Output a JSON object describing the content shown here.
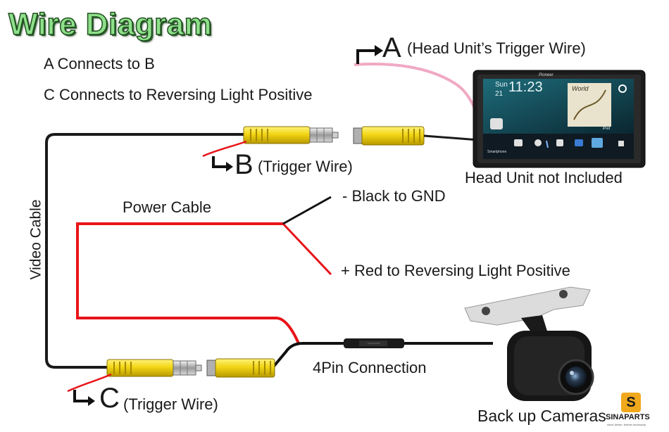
{
  "title": "Wire Diagram",
  "notes": [
    "A Connects to B",
    "C Connects to Reversing Light Positive"
  ],
  "wire_a": {
    "letter": "A",
    "text": "(Head Unit’s Trigger Wire)"
  },
  "wire_b": {
    "letter": "B",
    "text": "(Trigger Wire)"
  },
  "wire_c": {
    "letter": "C",
    "text": "(Trigger Wire)"
  },
  "labels": {
    "head_unit": "Head Unit not Included",
    "video_cable": "Video Cable",
    "power_cable": "Power Cable",
    "black_gnd": "- Black to GND",
    "red_positive": "+ Red to Reversing Light Positive",
    "four_pin": "4Pin Connection",
    "camera": "Back up Cameras"
  },
  "screen": {
    "brand": "Pioneer",
    "day": "Sun",
    "date": "21",
    "time": "11:23",
    "album": "World",
    "source": "iPod",
    "app_label": "Smartphone"
  },
  "branding": {
    "name": "SINAPARTS",
    "tagline": "since driven. forever accessory",
    "logo_letter": "S"
  },
  "colors": {
    "title_fill": "#8ee08a",
    "title_outline": "#1e4d1e",
    "rca_yellow": "#f2d514",
    "red_wire": "#e8141a",
    "pink_wire": "#f0a9c4",
    "black_wire": "#111111"
  }
}
